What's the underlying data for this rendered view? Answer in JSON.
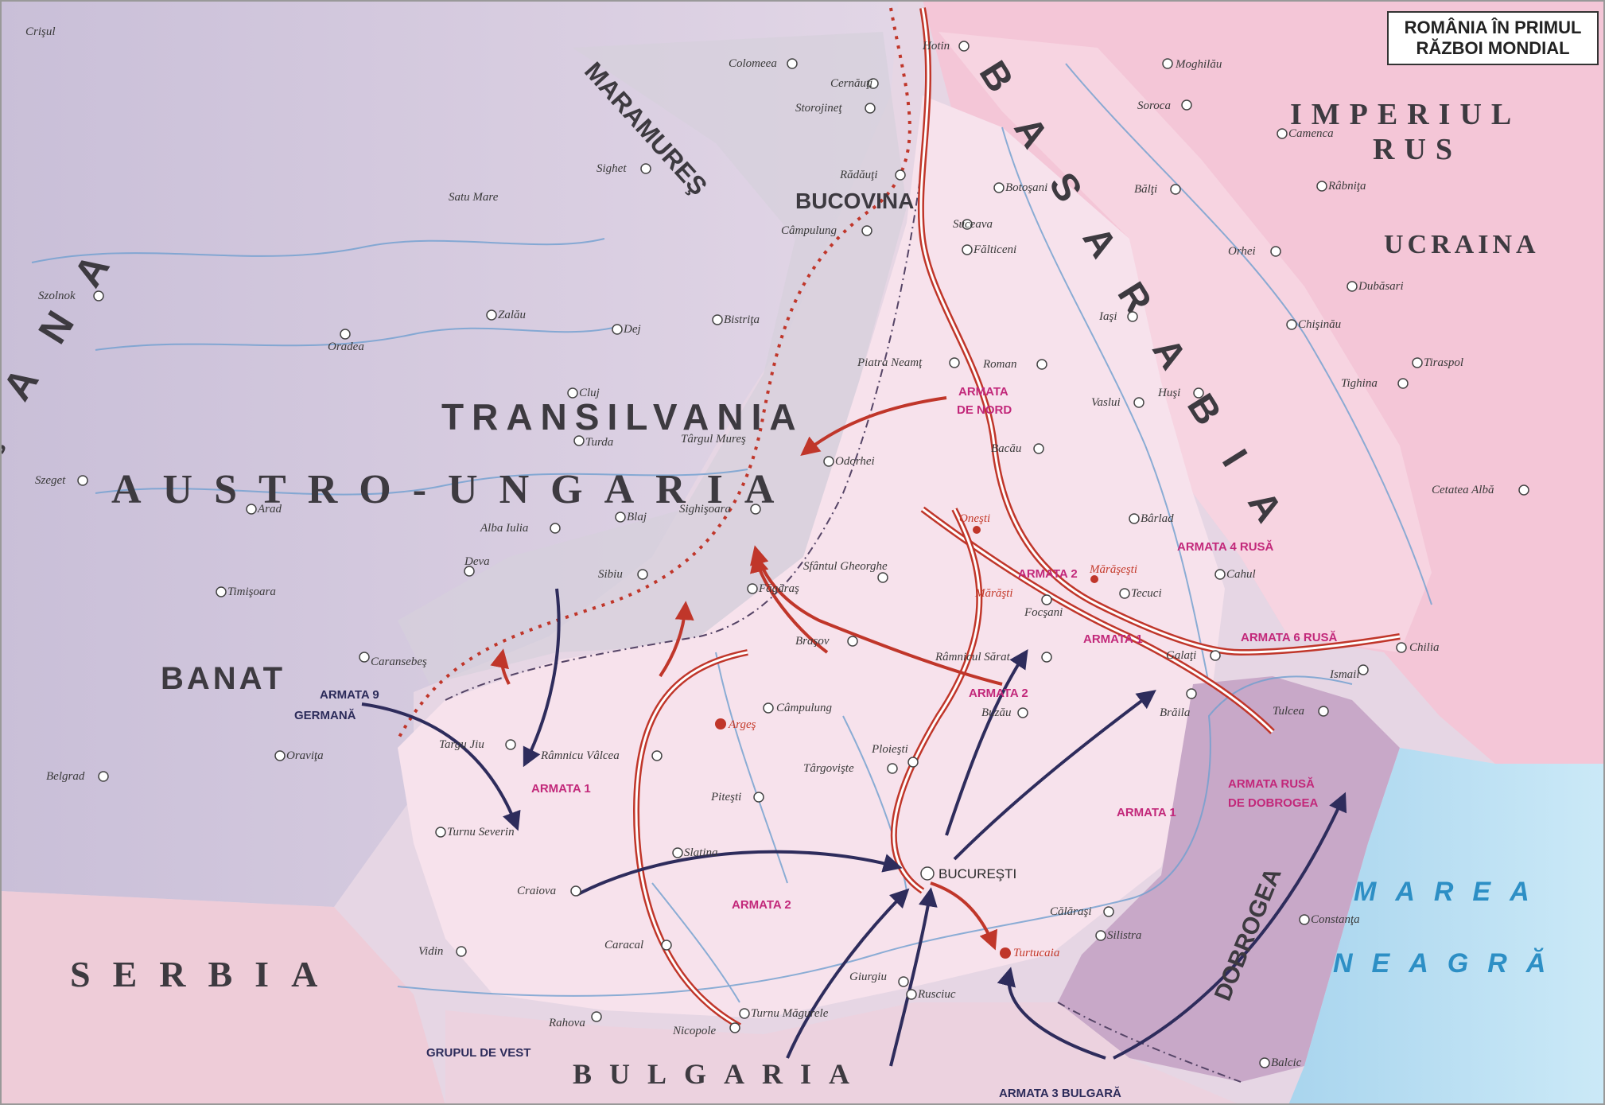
{
  "title_line1": "ROMÂNIA ÎN PRIMUL",
  "title_line2": "RĂZBOI MONDIAL",
  "regions": {
    "crisana": "CRIŞANA",
    "maramures": "MARAMUREŞ",
    "bucovina": "BUCOVINA",
    "basarabia": "BASARABIA",
    "transilvania": "TRANSILVANIA",
    "austro_ungaria": "AUSTRO-UNGARIA",
    "banat": "BANAT",
    "serbia": "SERBIA",
    "bulgaria": "BULGARIA",
    "dobrogea": "DOBROGEA",
    "imperiul": "IMPERIUL",
    "rus": "RUS",
    "ucraina": "UCRAINA",
    "marea": "MAREA",
    "neagra": "NEAGRĂ",
    "crisul": "Crişul"
  },
  "armies": {
    "armata_de_nord_1": "ARMATA",
    "armata_de_nord_2": "DE NORD",
    "armata_4_rusa": "ARMATA 4 RUSĂ",
    "armata_2_top": "ARMATA 2",
    "armata_1_east": "ARMATA 1",
    "armata_6_rusa": "ARMATA 6 RUSĂ",
    "armata_2_buzau": "ARMATA 2",
    "armata_1_west": "ARMATA 1",
    "armata_2_south": "ARMATA 2",
    "armata_1_south": "ARMATA 1",
    "armata_rusa_1": "ARMATA RUSĂ",
    "armata_rusa_2": "DE DOBROGEA",
    "armata_9_1": "ARMATA 9",
    "armata_9_2": "GERMANĂ",
    "grupul_de_vest": "GRUPUL DE VEST",
    "armata_3_bulgara": "ARMATA 3 BULGARĂ"
  },
  "cities": {
    "hotin": "Hotin",
    "colomeea": "Colomeea",
    "cernauti": "Cernăuţi",
    "storojinet": "Storojineţ",
    "moghilau": "Moghilău",
    "soroca": "Soroca",
    "camenca": "Camenca",
    "sighet": "Sighet",
    "radauti": "Rădăuţi",
    "botosani": "Botoşani",
    "balti": "Bălţi",
    "rabnita": "Râbniţa",
    "satu_mare": "Satu Mare",
    "campulung_m": "Câmpulung",
    "suceava": "Suceava",
    "falticeni": "Fălticeni",
    "orhei": "Orhei",
    "dubasari": "Dubăsari",
    "szolnok": "Szolnok",
    "zalau": "Zalău",
    "oradea": "Oradea",
    "dej": "Dej",
    "bistrita": "Bistriţa",
    "iasi": "Iaşi",
    "chisinau": "Chişinău",
    "tiraspol": "Tiraspol",
    "piatra_neamt": "Piatra Neamţ",
    "roman": "Roman",
    "tighina": "Tighina",
    "cluj": "Cluj",
    "vaslui": "Vaslui",
    "husi": "Huşi",
    "turda": "Turda",
    "targul_mures": "Târgul Mureş",
    "bacau": "Bacău",
    "odorhei": "Odorhei",
    "szeged": "Szeget",
    "arad": "Arad",
    "sighisoara": "Sighişoara",
    "cetatea_alba": "Cetatea Albă",
    "alba_iulia": "Alba Iulia",
    "blaj": "Blaj",
    "onesti": "Oneşti",
    "barlad": "Bârlad",
    "deva": "Deva",
    "sfantul_gheorghe": "Sfântul Gheorghe",
    "sibiu": "Sibiu",
    "marasesti": "Mărăşeşti",
    "marasti": "Mărăşti",
    "tecuci": "Tecuci",
    "cahul": "Cahul",
    "timisoara": "Timişoara",
    "fagaras": "Făgăraş",
    "focsani": "Focşani",
    "brasov": "Braşov",
    "ramnicul_sarat": "Râmnicul Sărat",
    "galati": "Galaţi",
    "chilia": "Chilia",
    "caransebes": "Caransebeş",
    "ismail": "Ismail",
    "campulung_s": "Câmpulung",
    "buzau": "Buzău",
    "braila": "Brăila",
    "tulcea": "Tulcea",
    "arges": "Argeş",
    "targu_jiu": "Targu Jiu",
    "ploiesti": "Ploieşti",
    "oravita": "Oraviţa",
    "ramnicu_valcea": "Râmnicu Vâlcea",
    "targoviste": "Târgovişte",
    "belgrad": "Belgrad",
    "pitesti": "Piteşti",
    "turnu_severin": "Turnu Severin",
    "slatina": "Slatina",
    "bucuresti": "BUCUREŞTI",
    "craiova": "Craiova",
    "constanta": "Constanţa",
    "calarasi": "Călăraşi",
    "silistra": "Silistra",
    "vidin": "Vidin",
    "caracal": "Caracal",
    "turtucaia": "Turtucaia",
    "giurgiu": "Giurgiu",
    "rusciuc": "Rusciuc",
    "turnu_magurele": "Turnu Măgurele",
    "rahova": "Rahova",
    "nicopole": "Nicopole",
    "balcic": "Balcic"
  },
  "colors": {
    "land_west": "#d8cbe0",
    "land_romania": "#f6dde8",
    "russia": "#f3c5d6",
    "sea": "#b9def3",
    "army_red": "#c0362a",
    "army_blue": "#2e2c5c",
    "army_label": "#c2287a"
  }
}
